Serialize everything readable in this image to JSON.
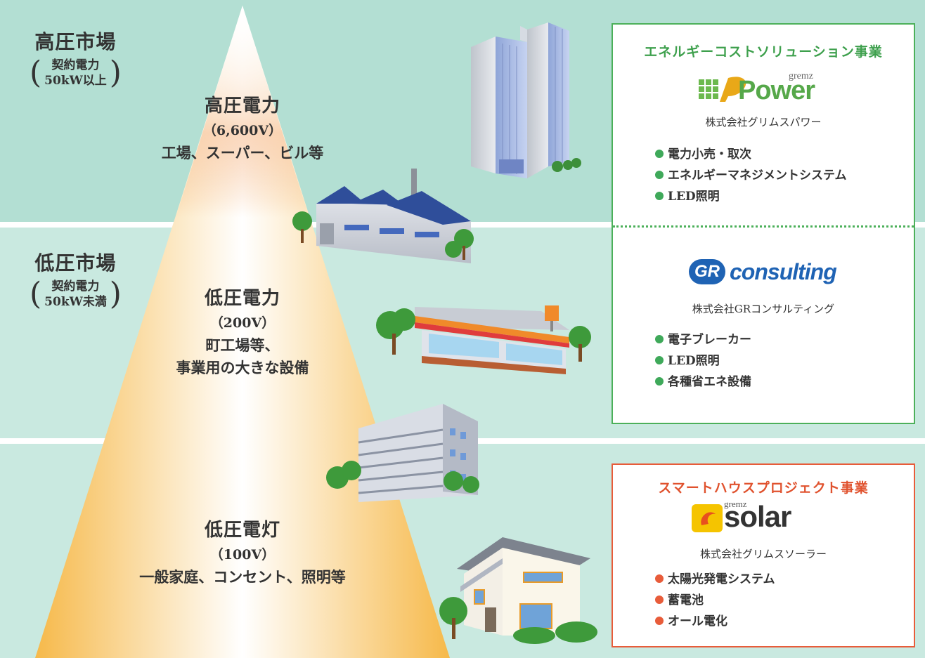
{
  "markets": [
    {
      "title": "高圧市場",
      "contract_line1": "契約電力",
      "contract_line2": "50kW以上"
    },
    {
      "title": "低圧市場",
      "contract_line1": "契約電力",
      "contract_line2": "50kW未満"
    }
  ],
  "voltages": [
    {
      "title": "高圧電力",
      "voltage": "（6,600V）",
      "desc1": "工場、スーパー、ビル等",
      "desc2": ""
    },
    {
      "title": "低圧電力",
      "voltage": "（200V）",
      "desc1": "町工場等、",
      "desc2": "事業用の大きな設備"
    },
    {
      "title": "低圧電灯",
      "voltage": "（100V）",
      "desc1": "一般家庭、コンセント、照明等",
      "desc2": ""
    }
  ],
  "energy_box": {
    "title": "エネルギーコストソリューション事業",
    "power_logo": {
      "brand": "gremz",
      "word": "Power"
    },
    "power_company": "株式会社グリムスパワー",
    "power_items": [
      "電力小売・取次",
      "エネルギーマネジメントシステム",
      "LED照明"
    ],
    "gr_logo": {
      "badge": "GR",
      "word": "consulting"
    },
    "gr_company": "株式会社GRコンサルティング",
    "gr_items": [
      "電子ブレーカー",
      "LED照明",
      "各種省エネ設備"
    ]
  },
  "smart_box": {
    "title": "スマートハウスプロジェクト事業",
    "solar_logo": {
      "brand": "gremz",
      "word": "solar"
    },
    "solar_company": "株式会社グリムスソーラー",
    "solar_items": [
      "太陽光発電システム",
      "蓄電池",
      "オール電化"
    ]
  },
  "colors": {
    "green": "#4cb05a",
    "orange": "#e85c3a",
    "band_dark": "#b3dfd3",
    "band_light": "#c9e9e0"
  }
}
